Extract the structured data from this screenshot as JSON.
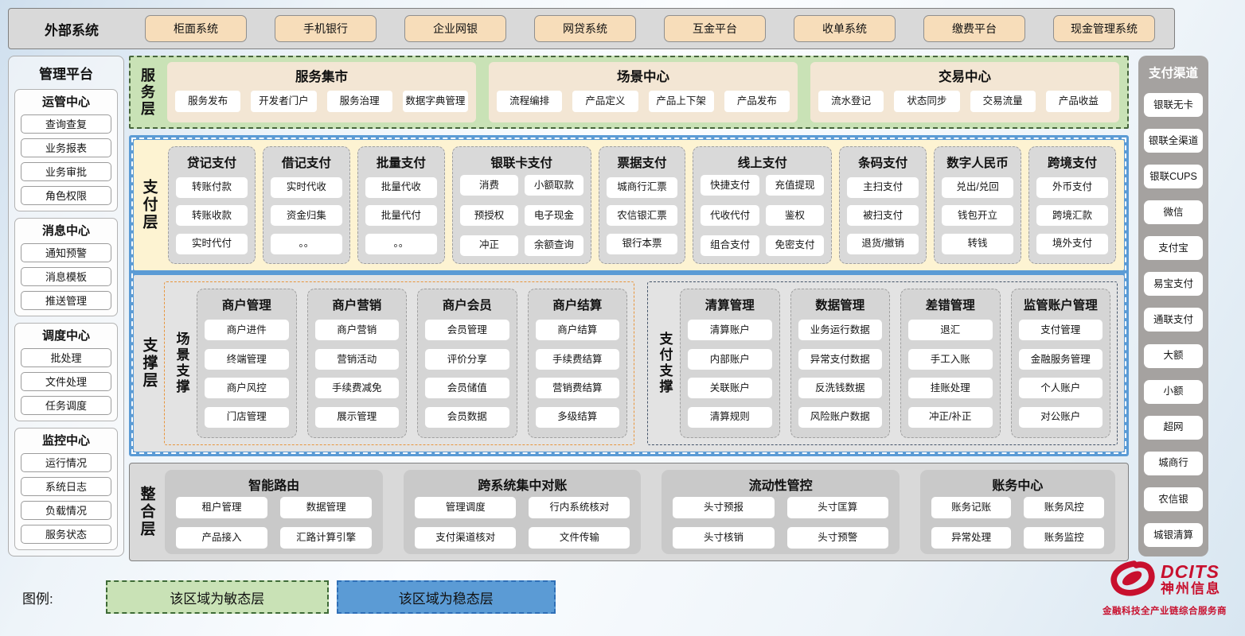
{
  "external_systems": {
    "label": "外部系统",
    "items": [
      "柜面系统",
      "手机银行",
      "企业网银",
      "网贷系统",
      "互金平台",
      "收单系统",
      "缴费平台",
      "现金管理系统"
    ]
  },
  "management_platform": {
    "title": "管理平台",
    "groups": [
      {
        "title": "运管中心",
        "items": [
          "查询查复",
          "业务报表",
          "业务审批",
          "角色权限"
        ]
      },
      {
        "title": "消息中心",
        "items": [
          "通知预警",
          "消息模板",
          "推送管理"
        ]
      },
      {
        "title": "调度中心",
        "items": [
          "批处理",
          "文件处理",
          "任务调度"
        ]
      },
      {
        "title": "监控中心",
        "items": [
          "运行情况",
          "系统日志",
          "负载情况",
          "服务状态"
        ]
      }
    ]
  },
  "service_layer": {
    "label": "服务层",
    "panels": [
      {
        "title": "服务集市",
        "items": [
          "服务发布",
          "开发者门户",
          "服务治理",
          "数据字典管理"
        ]
      },
      {
        "title": "场景中心",
        "items": [
          "流程编排",
          "产品定义",
          "产品上下架",
          "产品发布"
        ]
      },
      {
        "title": "交易中心",
        "items": [
          "流水登记",
          "状态同步",
          "交易流量",
          "产品收益"
        ]
      }
    ]
  },
  "payment_layer": {
    "label": "支付层",
    "columns": [
      {
        "title": "贷记支付",
        "wide": false,
        "items": [
          "转账付款",
          "转账收款",
          "实时代付"
        ]
      },
      {
        "title": "借记支付",
        "wide": false,
        "items": [
          "实时代收",
          "资金归集",
          "。。"
        ]
      },
      {
        "title": "批量支付",
        "wide": false,
        "items": [
          "批量代收",
          "批量代付",
          "。。"
        ]
      },
      {
        "title": "银联卡支付",
        "wide": true,
        "items": [
          "消费",
          "小额取款",
          "预授权",
          "电子现金",
          "冲正",
          "余额查询"
        ]
      },
      {
        "title": "票据支付",
        "wide": false,
        "items": [
          "城商行汇票",
          "农信银汇票",
          "银行本票"
        ]
      },
      {
        "title": "线上支付",
        "wide": true,
        "items": [
          "快捷支付",
          "充值提现",
          "代收代付",
          "鉴权",
          "组合支付",
          "免密支付"
        ]
      },
      {
        "title": "条码支付",
        "wide": false,
        "items": [
          "主扫支付",
          "被扫支付",
          "退货/撤销"
        ]
      },
      {
        "title": "数字人民币",
        "wide": false,
        "items": [
          "兑出/兑回",
          "钱包开立",
          "转钱"
        ]
      },
      {
        "title": "跨境支付",
        "wide": false,
        "items": [
          "外币支付",
          "跨境汇款",
          "境外支付"
        ]
      }
    ]
  },
  "support_layer": {
    "label": "支撑层",
    "groups": [
      {
        "label": "场景支撑",
        "columns": [
          {
            "title": "商户管理",
            "items": [
              "商户进件",
              "终端管理",
              "商户风控",
              "门店管理"
            ]
          },
          {
            "title": "商户营销",
            "items": [
              "商户营销",
              "营销活动",
              "手续费减免",
              "展示管理"
            ]
          },
          {
            "title": "商户会员",
            "items": [
              "会员管理",
              "评价分享",
              "会员储值",
              "会员数据"
            ]
          },
          {
            "title": "商户结算",
            "items": [
              "商户结算",
              "手续费结算",
              "营销费结算",
              "多级结算"
            ]
          }
        ]
      },
      {
        "label": "支付支撑",
        "columns": [
          {
            "title": "清算管理",
            "items": [
              "清算账户",
              "内部账户",
              "关联账户",
              "清算规则"
            ]
          },
          {
            "title": "数据管理",
            "items": [
              "业务运行数据",
              "异常支付数据",
              "反洗钱数据",
              "风险账户数据"
            ]
          },
          {
            "title": "差错管理",
            "items": [
              "退汇",
              "手工入账",
              "挂账处理",
              "冲正/补正"
            ]
          },
          {
            "title": "监管账户管理",
            "items": [
              "支付管理",
              "金融服务管理",
              "个人账户",
              "对公账户"
            ]
          }
        ]
      }
    ]
  },
  "integration_layer": {
    "label": "整合层",
    "panels": [
      {
        "title": "智能路由",
        "items": [
          "租户管理",
          "数据管理",
          "产品接入",
          "汇路计算引擎"
        ]
      },
      {
        "title": "跨系统集中对账",
        "items": [
          "管理调度",
          "行内系统核对",
          "支付渠道核对",
          "文件传输"
        ]
      },
      {
        "title": "流动性管控",
        "items": [
          "头寸预报",
          "头寸匡算",
          "头寸核销",
          "头寸预警"
        ]
      },
      {
        "title": "账务中心",
        "items": [
          "账务记账",
          "账务风控",
          "异常处理",
          "账务监控"
        ]
      }
    ]
  },
  "payment_channels": {
    "title": "支付渠道",
    "items": [
      "银联无卡",
      "银联全渠道",
      "银联CUPS",
      "微信",
      "支付宝",
      "易宝支付",
      "通联支付",
      "大额",
      "小额",
      "超网",
      "城商行",
      "农信银",
      "城银清算"
    ]
  },
  "legend": {
    "label": "图例:",
    "agile_label": "该区域为敏态层",
    "stable_label": "该区域为稳态层"
  },
  "logo": {
    "brand": "DCITS",
    "name": "神州信息",
    "tagline": "金融科技全产业链综合服务商"
  },
  "colors": {
    "stable_blue": "#5b9bd5",
    "agile_green": "#c9e2b6",
    "payment_cream": "#fdf3d2",
    "column_gray": "#d9d9d9",
    "tan_button": "#f7ddba",
    "scene_support_orange": "#e8953c",
    "payment_support_navy": "#44546a",
    "channel_sidebar_gray": "#a5a2a0",
    "brand_red": "#c8102e"
  }
}
